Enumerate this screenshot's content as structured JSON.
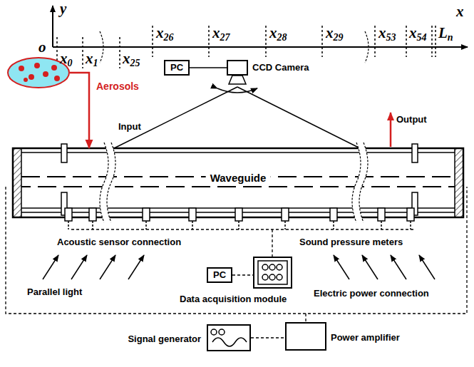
{
  "diagram": {
    "nodes": [
      {
        "text": [
          "PC"
        ]
      },
      {
        "text": [
          "CCD Camera"
        ]
      },
      {
        "text": [
          "Aerosols"
        ]
      },
      {
        "text": [
          "Waveguide"
        ]
      },
      {
        "text": [
          "Data acquisition module"
        ]
      },
      {
        "text": [
          "PC"
        ]
      },
      {
        "text": [
          "Signal generator"
        ]
      },
      {
        "text": [
          "Power amplifier"
        ]
      }
    ],
    "edges": [
      {
        "from": 0,
        "to": 1,
        "arrow": "none"
      },
      {
        "from": 2,
        "to": 3,
        "arrow": "to"
      },
      {
        "from": 5,
        "to": 4,
        "arrow": "none"
      },
      {
        "from": 6,
        "to": 7,
        "arrow": "none"
      }
    ],
    "labels": [
      "y",
      "x",
      "o",
      "x0",
      "x1",
      "x25",
      "x26",
      "x27",
      "x28",
      "x29",
      "x53",
      "x54",
      "Ln",
      "Input",
      "Output",
      "Acoustic sensor connection",
      "Sound pressure meters",
      "Parallel light",
      "Electric power connection"
    ]
  }
}
